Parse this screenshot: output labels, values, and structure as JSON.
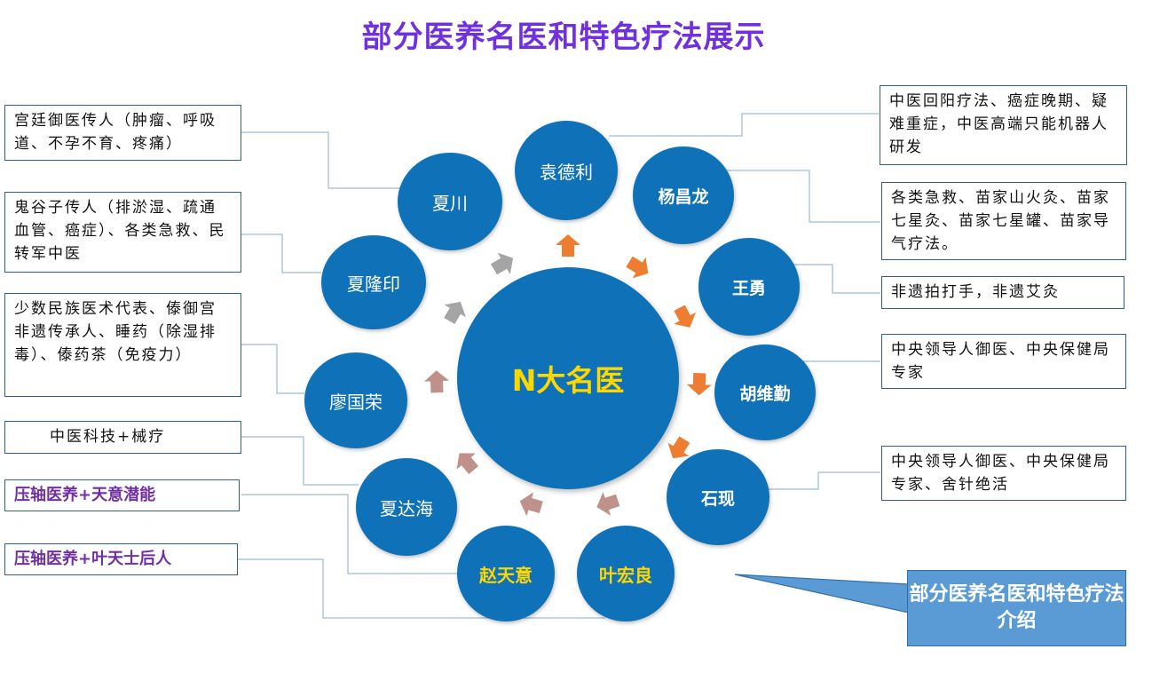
{
  "title": "部分医养名医和特色疗法展示",
  "center_label": "N大名医",
  "doctors": {
    "yuan": "袁德利",
    "yang": "杨昌龙",
    "wang": "王勇",
    "hu": "胡维勤",
    "shi": "石现",
    "ye": "叶宏良",
    "zhao": "赵天意",
    "xiadh": "夏达海",
    "liao": "廖国荣",
    "xiayin": "夏隆印",
    "xiachuan": "夏川"
  },
  "left_boxes": {
    "b1": "宫廷御医传人（肿瘤、呼吸道、不孕不育、疼痛）",
    "b2": "鬼谷子传人（排淤湿、疏通血管、癌症）、各类急救、民转军中医",
    "b3": "少数民族医术代表、傣御宫非遗传承人、睡药（除湿排毒）、傣药茶（免疫力）",
    "b4": "中医科技+械疗",
    "b5": "压轴医养+天意潜能",
    "b6": "压轴医养+叶天士后人"
  },
  "right_boxes": {
    "r1": "中医回阳疗法、癌症晚期、疑难重症，中医高端只能机器人研发",
    "r2": "各类急救、苗家山火灸、苗家七星灸、苗家七星罐、苗家导气疗法。",
    "r3": "非遗拍打手，非遗艾灸",
    "r4": "中央领导人御医、中央保健局专家",
    "r5": "中央领导人御医、中央保健局专家、舍针绝活"
  },
  "callout": "部分医养名医和特色疗法介绍",
  "colors": {
    "title": "#7030e0",
    "circle": "#0f72b8",
    "gold_text": "#ffd700",
    "arrow_orange": "#ed7d31",
    "arrow_gray": "#a5a5a5",
    "arrow_rose": "#c0908a",
    "callout": "#5b9bd5"
  }
}
